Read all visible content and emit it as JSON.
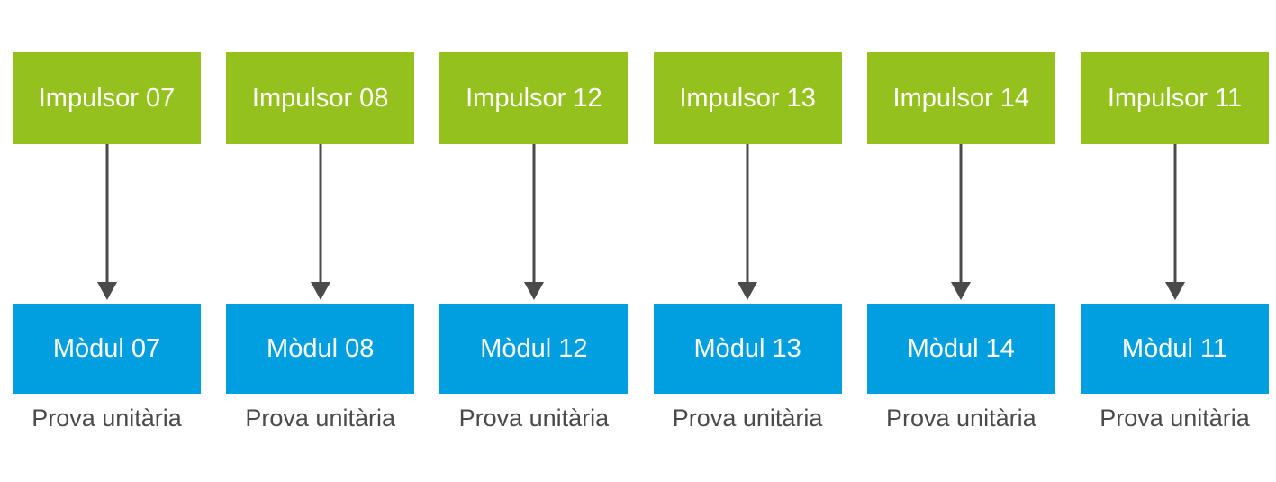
{
  "diagram": {
    "type": "flow-diagram",
    "orientation": "vertical-pairs",
    "background_color": "#ffffff",
    "colors": {
      "driver_box": "#95c11f",
      "module_box": "#029fe0",
      "arrow": "#4a4a4a",
      "box_text": "#ffffff",
      "caption_text": "#4a4a4a"
    },
    "columns": [
      {
        "driver_label": "Impulsor 07",
        "module_label": "Mòdul 07",
        "caption": "Prova unitària",
        "arrow_icon": "arrow-down-icon"
      },
      {
        "driver_label": "Impulsor 08",
        "module_label": "Mòdul 08",
        "caption": "Prova unitària",
        "arrow_icon": "arrow-down-icon"
      },
      {
        "driver_label": "Impulsor 12",
        "module_label": "Mòdul 12",
        "caption": "Prova unitària",
        "arrow_icon": "arrow-down-icon"
      },
      {
        "driver_label": "Impulsor 13",
        "module_label": "Mòdul 13",
        "caption": "Prova unitària",
        "arrow_icon": "arrow-down-icon"
      },
      {
        "driver_label": "Impulsor 14",
        "module_label": "Mòdul 14",
        "caption": "Prova unitària",
        "arrow_icon": "arrow-down-icon"
      },
      {
        "driver_label": "Impulsor 11",
        "module_label": "Mòdul 11",
        "caption": "Prova unitària",
        "arrow_icon": "arrow-down-icon"
      }
    ]
  }
}
